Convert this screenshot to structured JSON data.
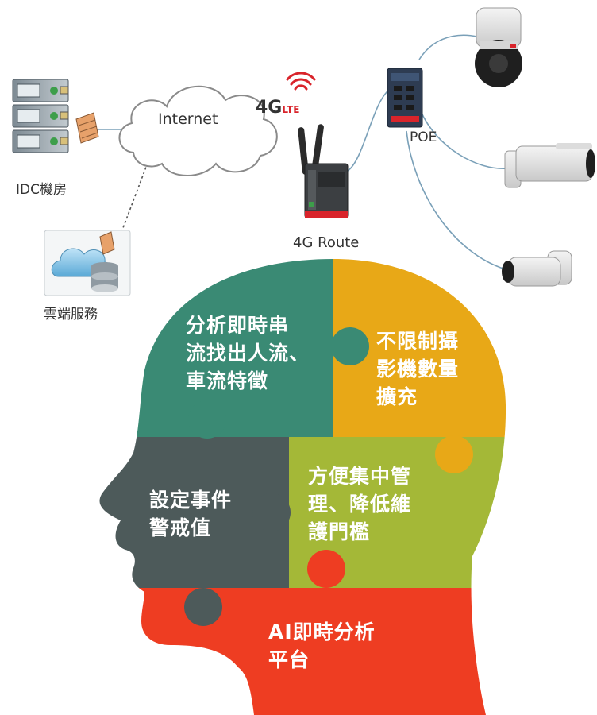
{
  "network": {
    "idc_label": "IDC機房",
    "internet_label": "Internet",
    "cloud_service_label": "雲端服務",
    "lte_badge": {
      "main": "4G",
      "sub": "LTE"
    },
    "router_label": "4G Route",
    "poe_label": "POE"
  },
  "puzzle": {
    "top_left": {
      "line1": "分析即時串",
      "line2": "流找出人流、",
      "line3": "車流特徵",
      "color": "#3a8a74"
    },
    "top_right": {
      "line1": "不限制攝",
      "line2": "影機數量",
      "line3": "擴充",
      "color": "#e8a817"
    },
    "middle_left": {
      "line1": "設定事件",
      "line2": "警戒值",
      "color": "#4d5a5a"
    },
    "middle_right": {
      "line1": "方便集中管",
      "line2": "理、降低維",
      "line3": "護門檻",
      "color": "#a4b837"
    },
    "bottom": {
      "line1": "AI即時分析",
      "line2": "平台",
      "color": "#ee3d22"
    }
  },
  "colors": {
    "link_line": "#7aa0b8",
    "cloud_stroke": "#8a8a8a",
    "lte_red": "#d9242b"
  }
}
